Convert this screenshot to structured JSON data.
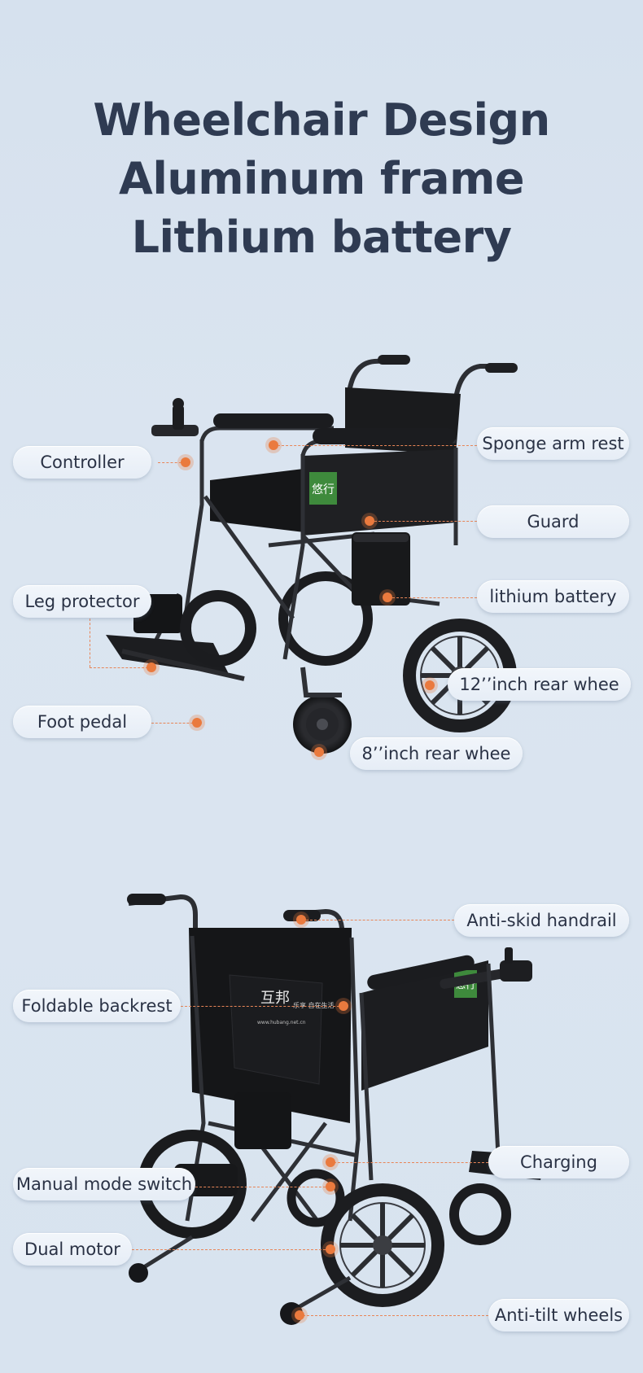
{
  "headline": {
    "line1": "Wheelchair Design",
    "line2": "Aluminum frame",
    "line3": "Lithium battery"
  },
  "section1": {
    "brand_badge": "悠行",
    "callouts": {
      "controller": "Controller",
      "sponge_arm_rest": "Sponge arm rest",
      "guard": "Guard",
      "leg_protector": "Leg protector",
      "lithium_battery": "lithium battery",
      "rear_wheel_12": "12’’inch rear whee",
      "foot_pedal": "Foot pedal",
      "rear_wheel_8": "8’’inch rear whee"
    }
  },
  "section2": {
    "brand_badge": "悠行",
    "backrest_logo": "互邦",
    "backrest_slogan": "乐享 自在生活",
    "backrest_url": "www.hubang.net.cn",
    "callouts": {
      "anti_skid_handrail": "Anti-skid handrail",
      "foldable_backrest": "Foldable backrest",
      "charging": "Charging",
      "manual_mode_switch": "Manual mode switch",
      "dual_motor": "Dual motor",
      "anti_tilt_wheels": "Anti-tilt wheels"
    }
  },
  "colors": {
    "background": "#d8e3ef",
    "headline": "#2f3b52",
    "accent_dot": "#ea7a3e",
    "frame": "#2b2d31",
    "badge": "#3e8a3c"
  }
}
